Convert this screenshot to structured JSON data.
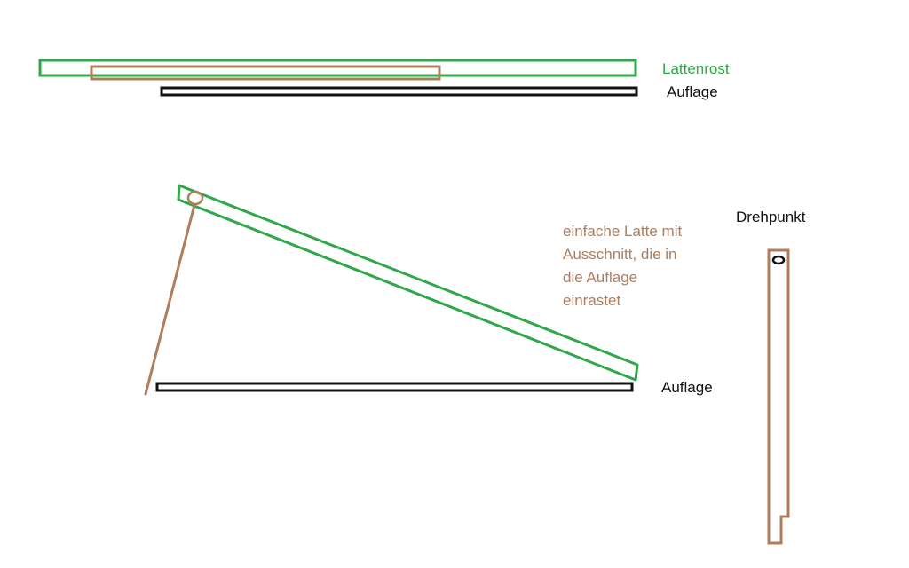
{
  "colors": {
    "green": "#2ea84a",
    "brown": "#b07d5a",
    "black": "#111111",
    "background": "#ffffff"
  },
  "labels": {
    "lattenrost": "Lattenrost",
    "auflage_top": "Auflage",
    "auflage_bottom": "Auflage",
    "drehpunkt": "Drehpunkt",
    "note_lines": [
      "einfache Latte mit",
      "Ausschnitt, die in",
      "die Auflage",
      "einrastet"
    ]
  }
}
